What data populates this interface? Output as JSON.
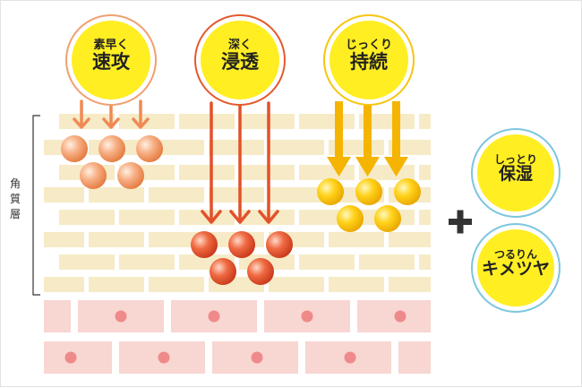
{
  "layer_label": "角質層",
  "effects": [
    {
      "small": "素早く",
      "large": "速攻"
    },
    {
      "small": "深く",
      "large": "浸透"
    },
    {
      "small": "じっくり",
      "large": "持続"
    }
  ],
  "benefits": [
    {
      "small": "しっとり",
      "large": "保湿"
    },
    {
      "small": "つるりん",
      "large": "キメツヤ"
    }
  ],
  "plus_sign": "+",
  "colors": {
    "brick": "#f6ebc6",
    "lower_cell": "#f8d6d2",
    "cell_dot": "#ef8a8a",
    "circle_fill": "#ffee22",
    "ring_1": "#f0a070",
    "ring_2": "#e35a2c",
    "ring_3": "#f7c510",
    "ring_benefit": "#7cc6de",
    "arrow_1": "#f08a55",
    "arrow_2": "#e3502a",
    "arrow_3": "#f4b400"
  }
}
